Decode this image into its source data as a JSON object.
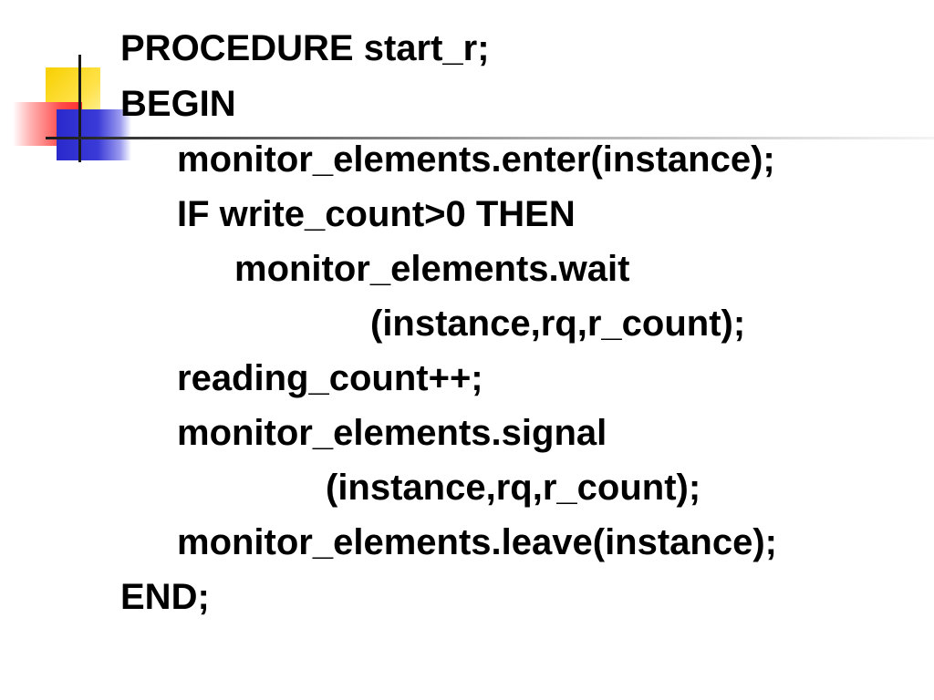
{
  "slide": {
    "lines": [
      "PROCEDURE start_r;",
      "BEGIN",
      "monitor_elements.enter(instance);",
      "IF write_count>0 THEN",
      "monitor_elements.wait",
      "(instance,rq,r_count);",
      "reading_count++;",
      "monitor_elements.signal",
      "(instance,rq,r_count);",
      "monitor_elements.leave(instance);",
      "END;"
    ]
  },
  "colors": {
    "text": "#000000",
    "accent_yellow": "#f7d000",
    "accent_red": "#ff3030",
    "accent_blue": "#2a2acc",
    "rule": "#1a1a1a"
  }
}
